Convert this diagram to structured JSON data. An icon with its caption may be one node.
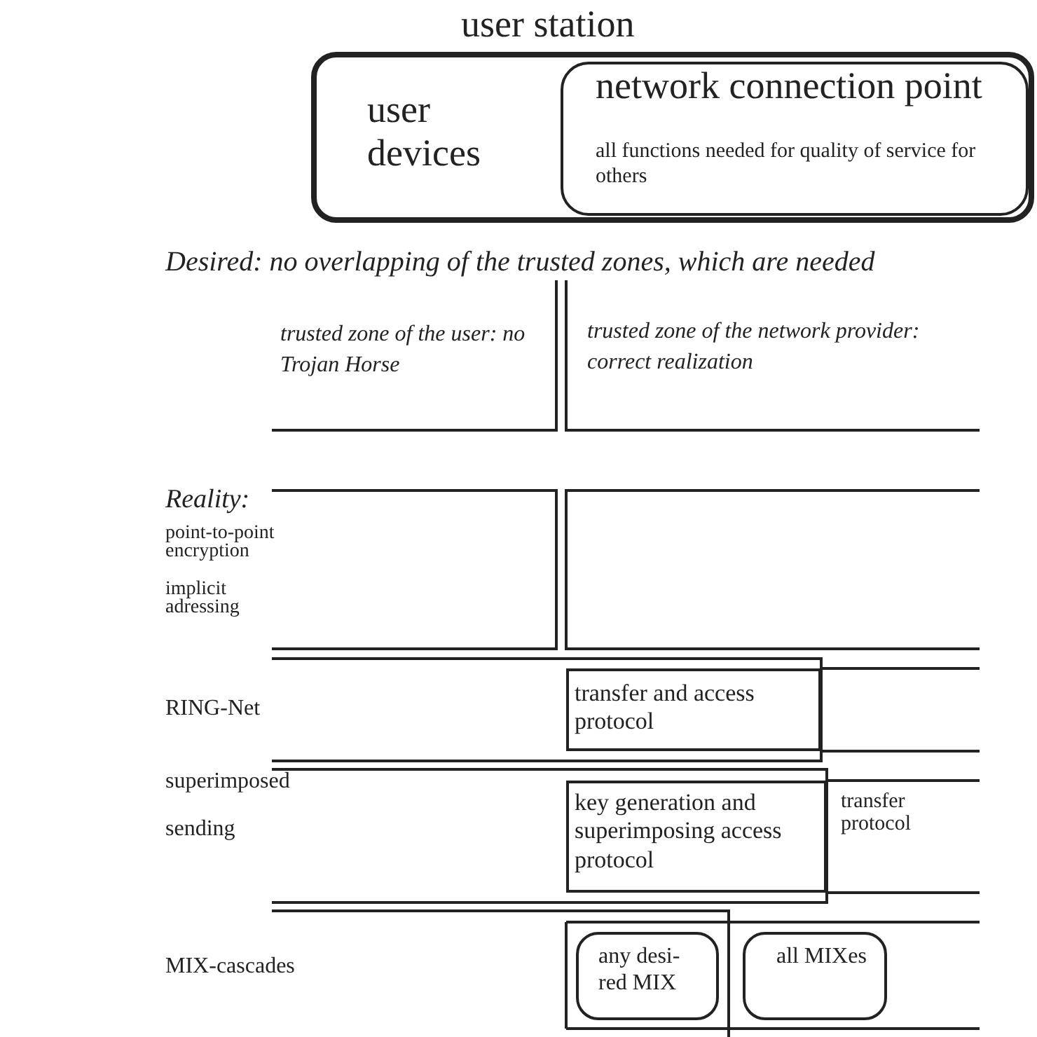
{
  "diagram": {
    "nodes": [
      {
        "text": [
          "user station",
          "user devices"
        ]
      },
      {
        "text": [
          "network connection point",
          "all functions needed for quality of service for others"
        ],
        "in": 0
      },
      {
        "text": [
          "transfer and access protocol"
        ]
      },
      {
        "text": [
          "key generation and superimposing access protocol"
        ]
      },
      {
        "text": [
          "any desi- red MIX"
        ]
      },
      {
        "text": [
          "all MIXes"
        ]
      }
    ],
    "labels": [
      "Desired: no overlapping of the trusted zones, which are needed",
      "trusted zone of the user: no Trojan Horse",
      "trusted zone of the network provider: correct realization",
      "Reality:",
      "point-to-point encryption",
      "implicit adressing",
      "RING-Net",
      "superimposed",
      "sending",
      "transfer protocol",
      "MIX-cascades"
    ]
  }
}
